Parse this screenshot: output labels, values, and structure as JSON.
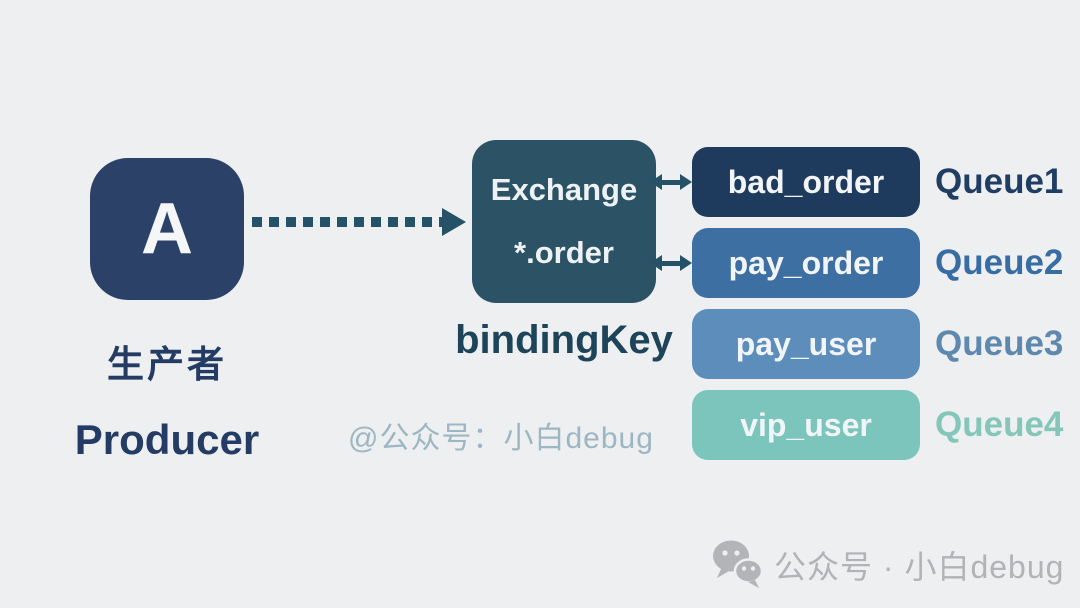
{
  "canvas": {
    "bg": "#edeff1"
  },
  "producer": {
    "icon_letter": "A",
    "box_color": "#2b4168",
    "label_zh": "生产者",
    "label_en": "Producer",
    "label_color": "#243c64"
  },
  "flow_arrow": {
    "style": "dotted",
    "color": "#265268"
  },
  "exchange": {
    "title": "Exchange",
    "binding_pattern": "*.order",
    "box_color": "#2b5365"
  },
  "binding_key": {
    "label": "bindingKey",
    "color": "#1e4459"
  },
  "queues": [
    {
      "name": "bad_order",
      "label": "Queue1",
      "box_color": "#1e3a5c",
      "label_color": "#203d63",
      "connected": true
    },
    {
      "name": "pay_order",
      "label": "Queue2",
      "box_color": "#3d6fa3",
      "label_color": "#386da4",
      "connected": true
    },
    {
      "name": "pay_user",
      "label": "Queue3",
      "box_color": "#5d8dbb",
      "label_color": "#5e88ae",
      "connected": false
    },
    {
      "name": "vip_user",
      "label": "Queue4",
      "box_color": "#7bc5bd",
      "label_color": "#85c6bb",
      "connected": false
    }
  ],
  "watermarks": {
    "center": "@公众号：小白debug",
    "center_color": "#9db7c2",
    "bottom": "公众号 · 小白debug",
    "bottom_color": "#b1b3b6"
  }
}
